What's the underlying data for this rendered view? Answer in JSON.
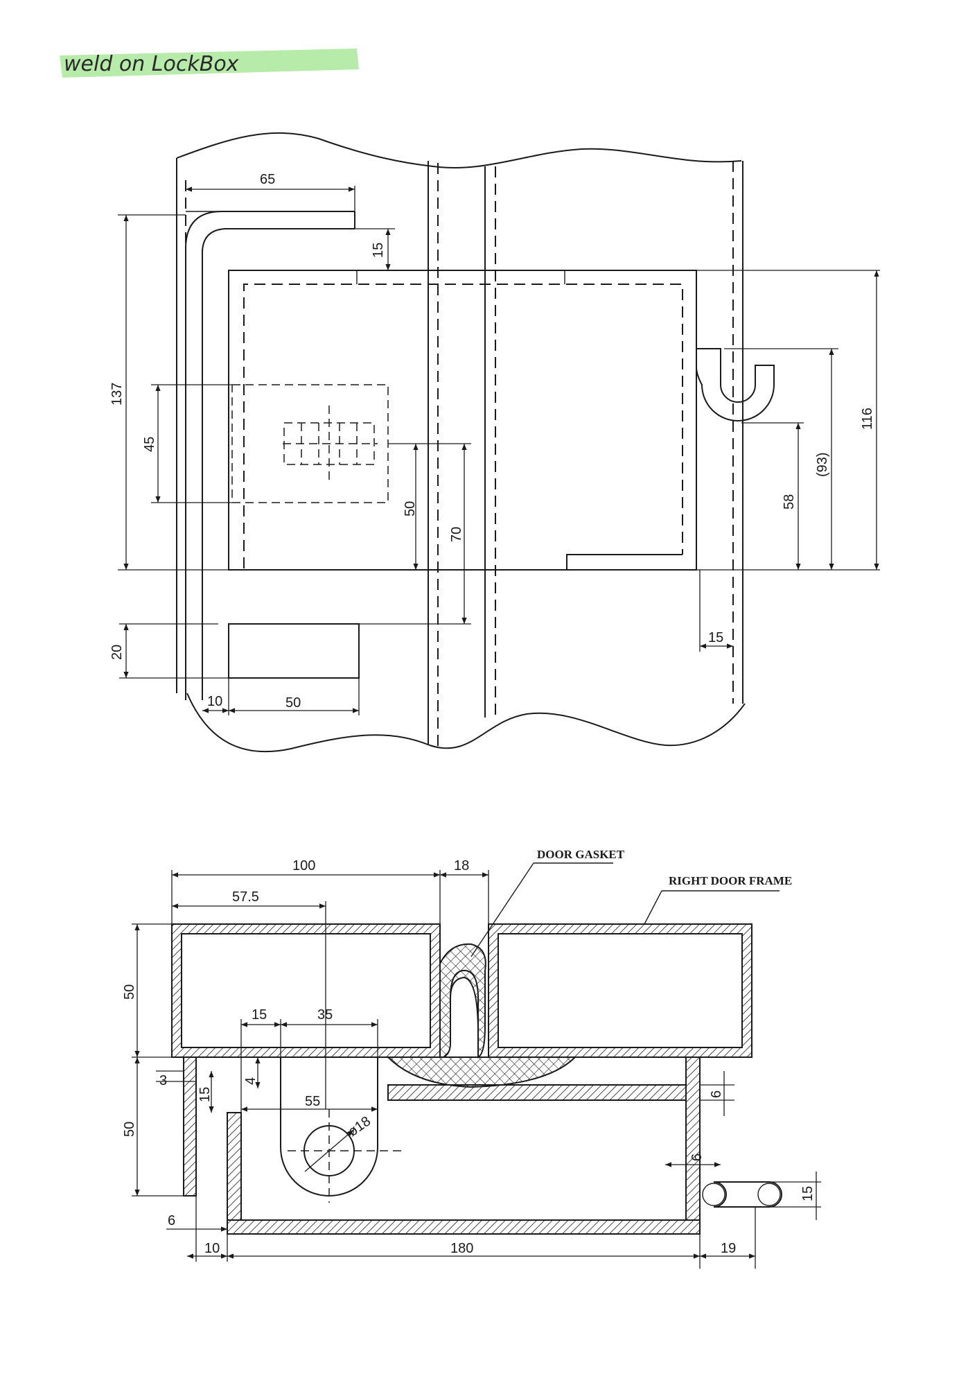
{
  "note": {
    "text": "weld on LockBox",
    "highlight_color": "#a9e89a"
  },
  "top_view": {
    "dims": {
      "d65": "65",
      "d15_top": "15",
      "d137": "137",
      "d45": "45",
      "d50_v": "50",
      "d70": "70",
      "d116": "116",
      "d93": "(93)",
      "d58": "58",
      "d15_right": "15",
      "d20": "20",
      "d10": "10",
      "d50_h": "50"
    }
  },
  "section_view": {
    "labels": {
      "door_gasket": "DOOR GASKET",
      "right_door_frame": "RIGHT DOOR FRAME"
    },
    "dims": {
      "d100": "100",
      "d18": "18",
      "d57_5": "57.5",
      "d50_upper": "50",
      "d15": "15",
      "d35": "35",
      "d3": "3",
      "d15_v": "15",
      "d4": "4",
      "d55": "55",
      "d50_lower": "50",
      "d_hole": "ø18",
      "d6_right": "6",
      "d6_inner": "6",
      "d15_right": "15",
      "d6_bottom": "6",
      "d10": "10",
      "d180": "180",
      "d19": "19"
    }
  }
}
